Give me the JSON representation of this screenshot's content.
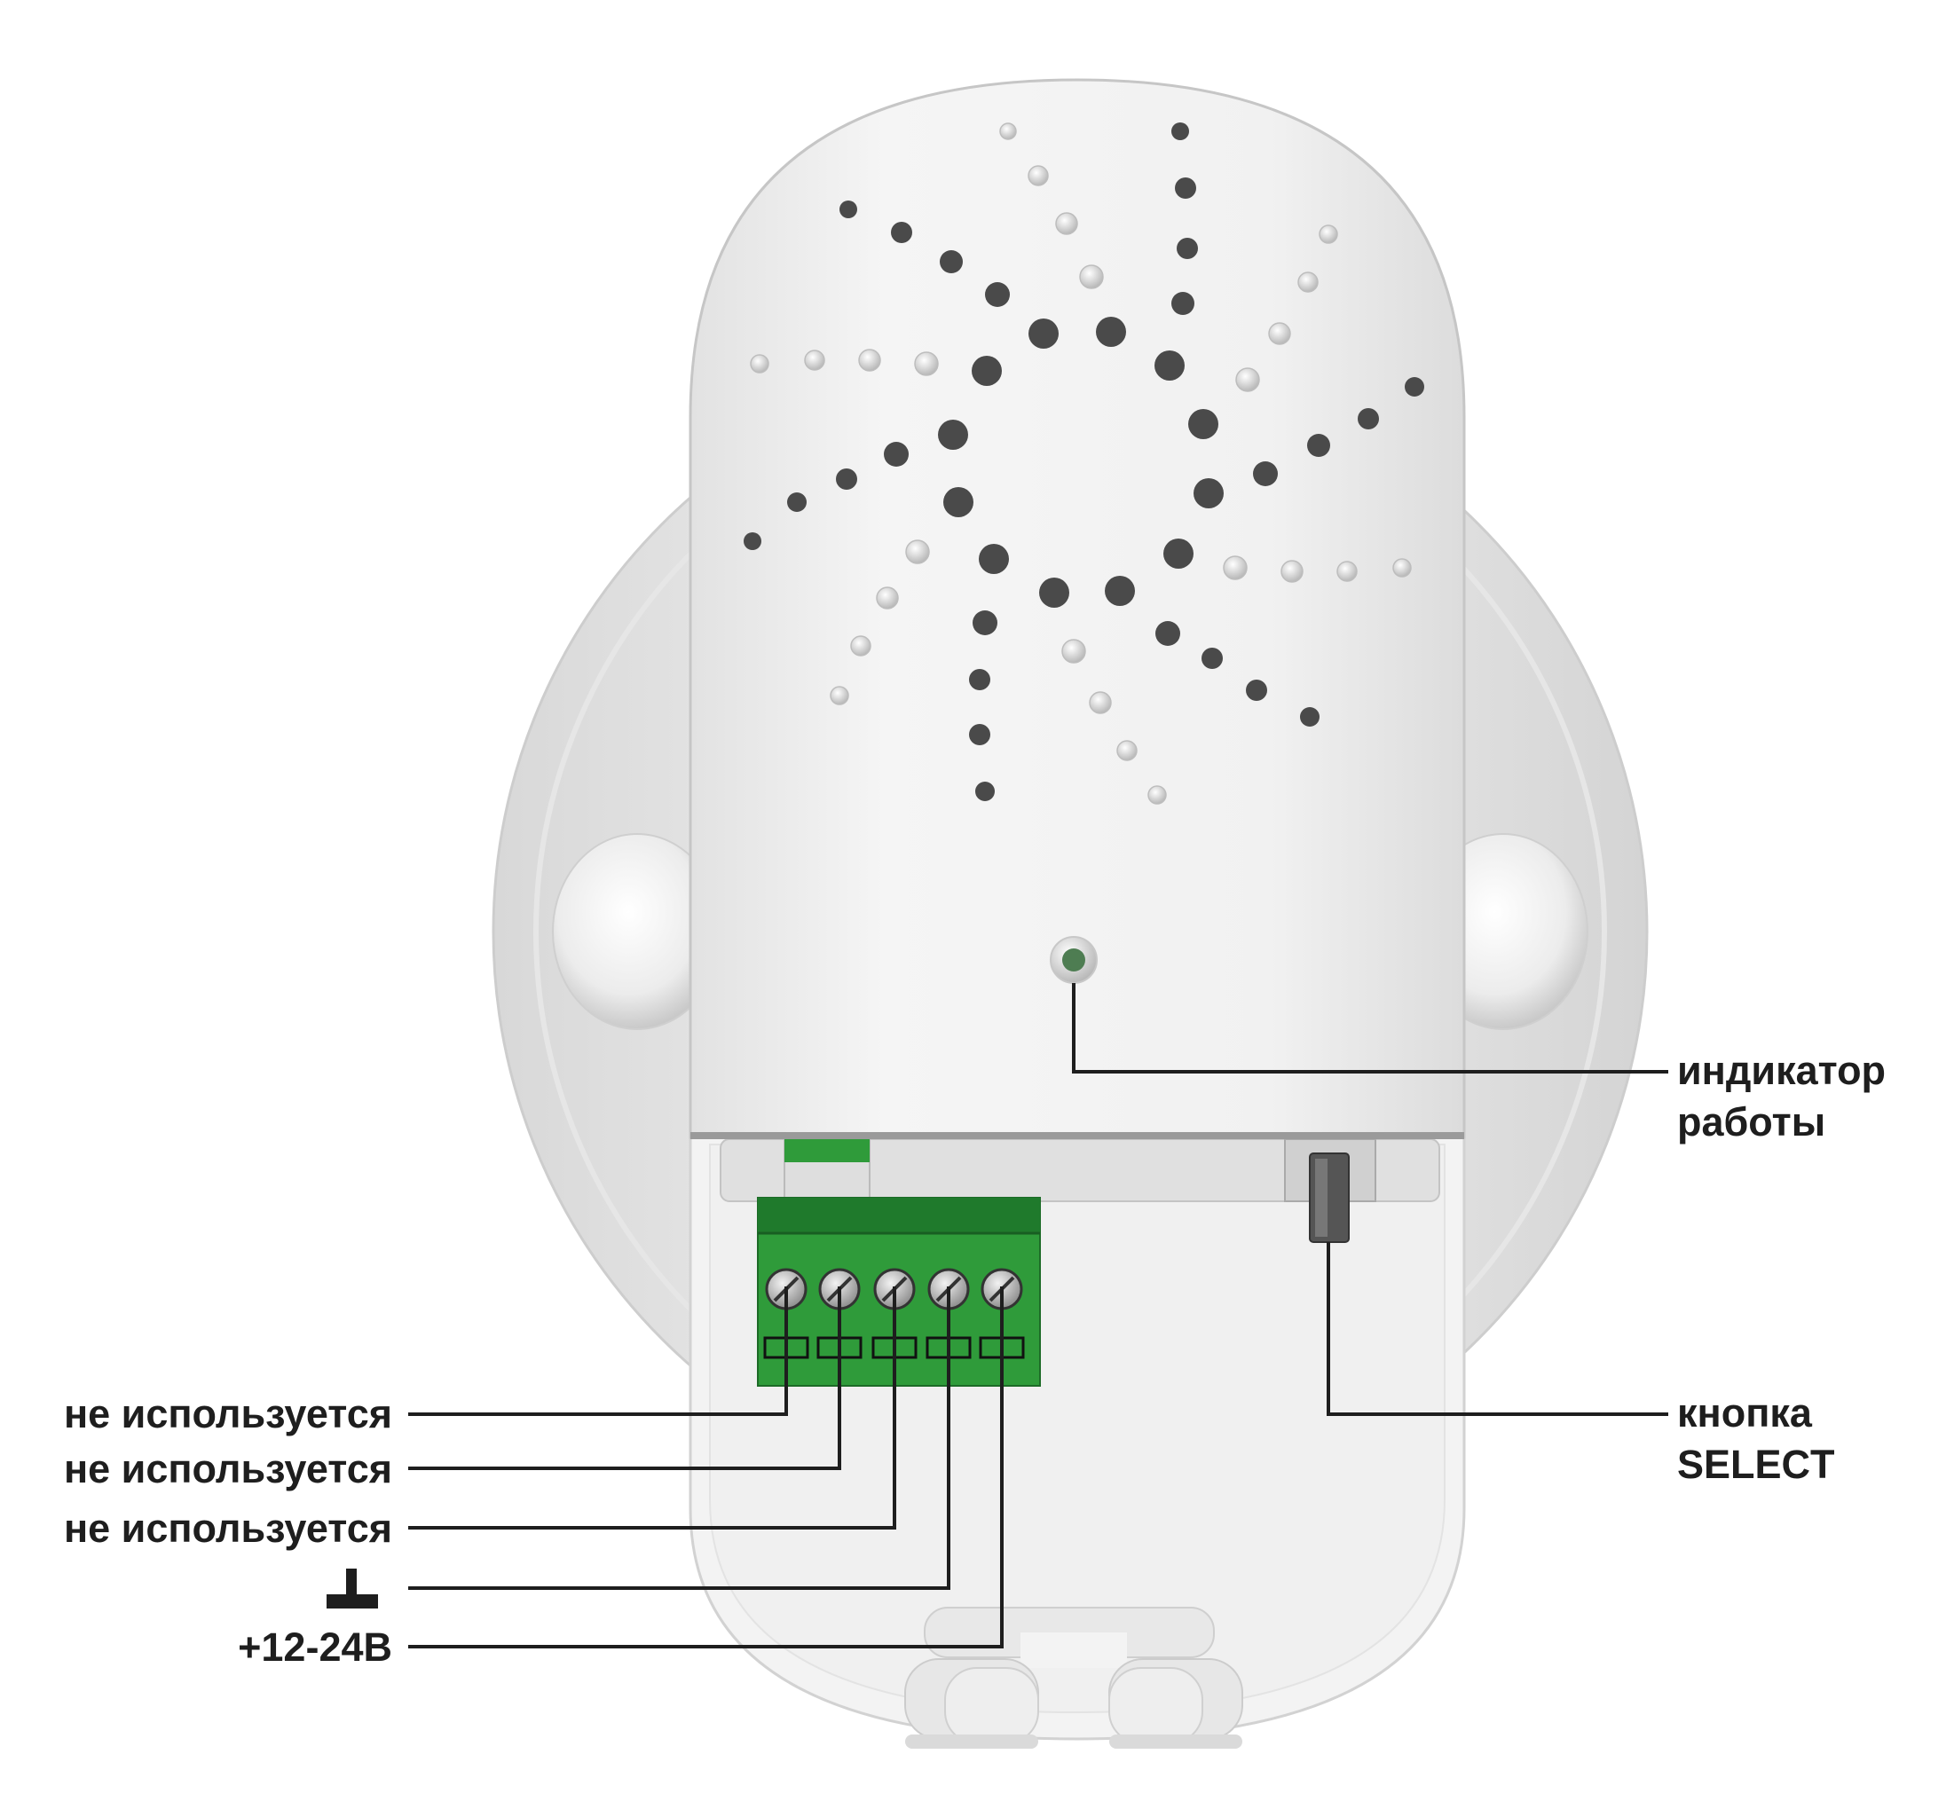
{
  "labels": {
    "indicator_line1": "индикатор",
    "indicator_line2": "работы",
    "button_line1": "кнопка",
    "button_line2": "SELECT",
    "terminal_1": "не используется",
    "terminal_2": "не используется",
    "terminal_3": "не используется",
    "terminal_5": "+12-24В"
  },
  "icons": {
    "ground": "ground-symbol-icon"
  },
  "colors": {
    "terminal_block": "#2f9b3a",
    "terminal_block_dark": "#1f7a2c",
    "dark_dots": "#4a4a4a",
    "led": "#4e7d52",
    "leader_lines": "#1e1e1e",
    "text": "#1e1e1e"
  }
}
